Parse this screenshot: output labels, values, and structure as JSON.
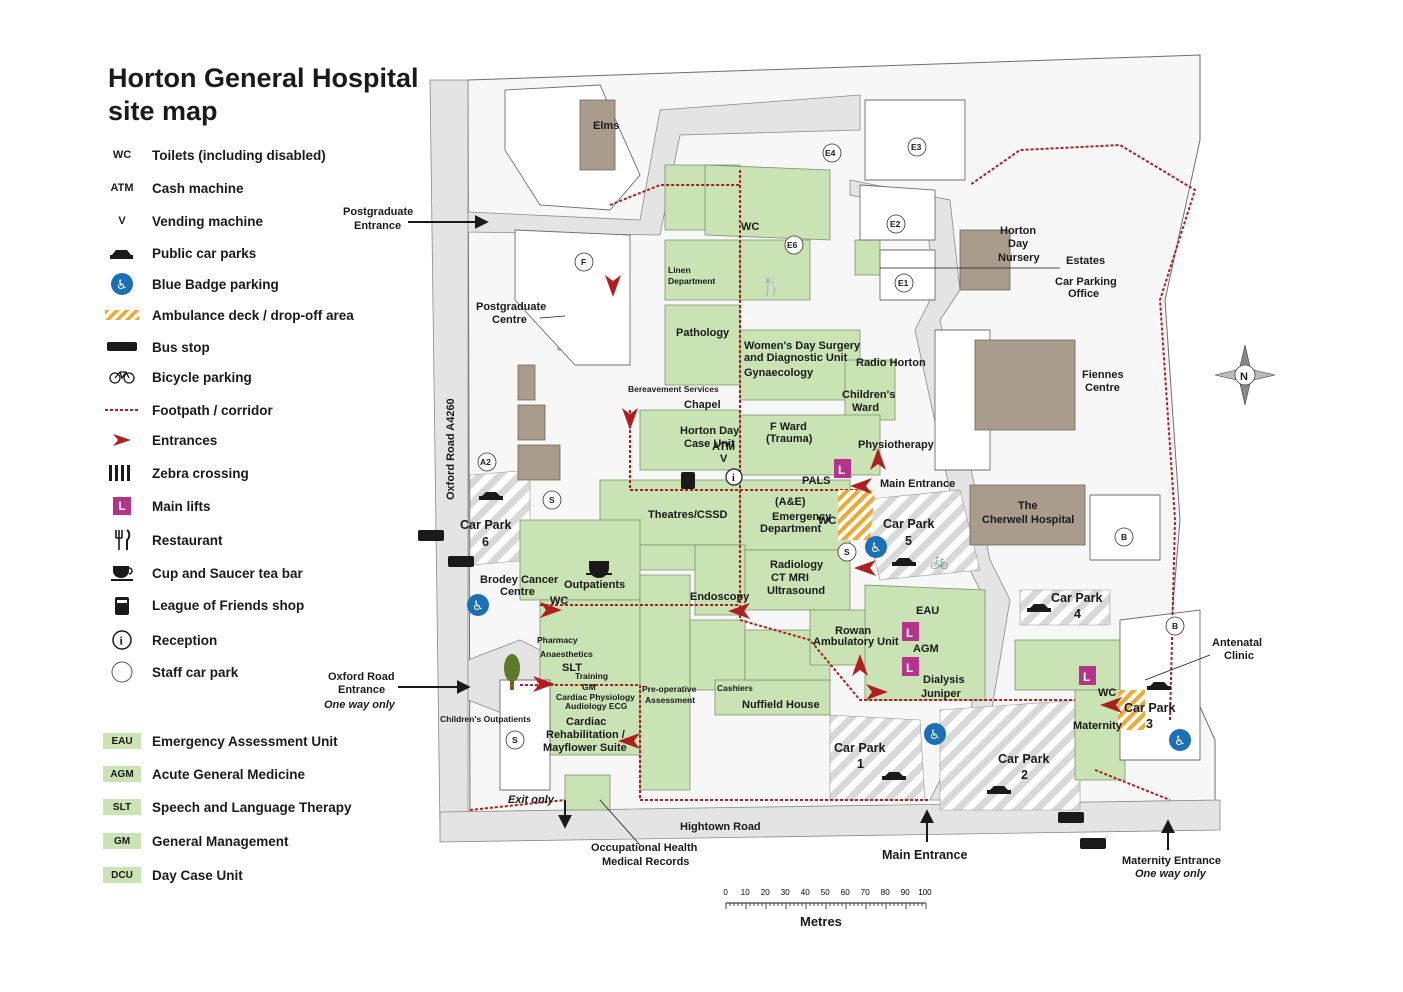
{
  "title": "Horton General Hospital site map",
  "legend": [
    {
      "symbol": "WC",
      "label": "Toilets (including disabled)",
      "icon": "toilet-icon"
    },
    {
      "symbol": "ATM",
      "label": "Cash machine",
      "icon": "atm-icon"
    },
    {
      "symbol": "V",
      "label": "Vending machine",
      "icon": "vending-icon"
    },
    {
      "symbol": "",
      "label": "Public car parks",
      "icon": "car-icon"
    },
    {
      "symbol": "",
      "label": "Blue Badge parking",
      "icon": "wheelchair-icon"
    },
    {
      "symbol": "",
      "label": "Ambulance deck / drop-off area",
      "icon": "ambulance-deck-icon"
    },
    {
      "symbol": "",
      "label": "Bus stop",
      "icon": "bus-icon"
    },
    {
      "symbol": "",
      "label": "Bicycle parking",
      "icon": "bicycle-icon"
    },
    {
      "symbol": "",
      "label": "Footpath / corridor",
      "icon": "footpath-icon"
    },
    {
      "symbol": "",
      "label": "Entrances",
      "icon": "entrance-arrow-icon"
    },
    {
      "symbol": "",
      "label": "Zebra crossing",
      "icon": "zebra-crossing-icon"
    },
    {
      "symbol": "L",
      "label": "Main lifts",
      "icon": "lift-icon"
    },
    {
      "symbol": "",
      "label": "Restaurant",
      "icon": "restaurant-icon"
    },
    {
      "symbol": "",
      "label": "Cup and Saucer tea bar",
      "icon": "cup-icon"
    },
    {
      "symbol": "",
      "label": "League of Friends shop",
      "icon": "shop-icon"
    },
    {
      "symbol": "i",
      "label": "Reception",
      "icon": "info-icon"
    },
    {
      "symbol": "",
      "label": "Staff car park",
      "icon": "staff-car-park-icon"
    }
  ],
  "abbreviations": [
    {
      "abbr": "EAU",
      "label": "Emergency Assessment Unit"
    },
    {
      "abbr": "AGM",
      "label": "Acute General Medicine"
    },
    {
      "abbr": "SLT",
      "label": "Speech and Language Therapy"
    },
    {
      "abbr": "GM",
      "label": "General Management"
    },
    {
      "abbr": "DCU",
      "label": "Day Case Unit"
    }
  ],
  "map": {
    "buildings": {
      "elms": "Elms",
      "linen": [
        "Linen",
        "Department"
      ],
      "pathology": "Pathology",
      "womens": [
        "Women's Day Surgery",
        "and Diagnostic Unit",
        "Gynaecology"
      ],
      "radio_horton": "Radio Horton",
      "childrens_ward": [
        "Children's",
        "Ward"
      ],
      "bereavement": "Bereavement Services",
      "chapel": "Chapel",
      "horton_day": [
        "Horton Day",
        "Case Unit"
      ],
      "atm": "ATM",
      "v": "V",
      "f_ward": [
        "F Ward",
        "(Trauma)"
      ],
      "physiotherapy": "Physiotherapy",
      "pals": "PALS",
      "theatres": "Theatres/CSSD",
      "ae": [
        "(A&E)",
        "Emergency",
        "Department"
      ],
      "radiology": [
        "Radiology",
        "CT    MRI",
        "Ultrasound"
      ],
      "endoscopy": "Endoscopy",
      "outpatients": "Outpatients",
      "brodey": [
        "Brodey Cancer",
        "Centre"
      ],
      "pharmacy": "Pharmacy",
      "anaesthetics": "Anaesthetics",
      "slt": "SLT",
      "training": "Training",
      "gm": "GM",
      "cardiac_phys": "Cardiac Physiology",
      "audiology": "Audiology ECG",
      "cardiac_rehab": [
        "Cardiac",
        "Rehabilitation /",
        "Mayflower Suite"
      ],
      "preop": [
        "Pre-operative",
        "Assessment"
      ],
      "cashiers": "Cashiers",
      "nuffield": "Nuffield House",
      "eau": "EAU",
      "agm": "AGM",
      "rowan": [
        "Rowan",
        "Ambulatory Unit"
      ],
      "dialysis": [
        "Dialysis",
        "Juniper"
      ],
      "maternity": "Maternity",
      "cherwell": [
        "The",
        "Cherwell Hospital"
      ],
      "fiennes": [
        "Fiennes",
        "Centre"
      ],
      "nursery": [
        "Horton",
        "Day",
        "Nursery"
      ],
      "estates": "Estates",
      "car_parking_office": [
        "Car Parking",
        "Office"
      ],
      "antenatal": [
        "Antenatal",
        "Clinic"
      ],
      "postgrad_centre": [
        "Postgraduate",
        "Centre"
      ],
      "childrens_outpatients": "Children's Outpatients",
      "occ_health": [
        "Occupational Health",
        "Medical Records"
      ]
    },
    "staff_parks": [
      "E4",
      "E3",
      "E2",
      "E1",
      "E6",
      "F",
      "A2",
      "S",
      "S",
      "S",
      "B",
      "B"
    ],
    "car_parks": [
      {
        "name": "Car Park",
        "num": "1"
      },
      {
        "name": "Car Park",
        "num": "2"
      },
      {
        "name": "Car Park",
        "num": "3"
      },
      {
        "name": "Car Park",
        "num": "4"
      },
      {
        "name": "Car Park",
        "num": "5"
      },
      {
        "name": "Car Park",
        "num": "6"
      }
    ],
    "roads": {
      "oxford_road": "Oxford Road A4260",
      "hightown_road": "Hightown Road"
    },
    "entrances": {
      "postgrad": [
        "Postgraduate",
        "Entrance"
      ],
      "oxford": [
        "Oxford Road",
        "Entrance"
      ],
      "oxford_note": "One way only",
      "exit_only": "Exit only",
      "main_entrance_top": "Main Entrance",
      "main_entrance_bottom": "Main Entrance",
      "maternity": "Maternity Entrance",
      "maternity_note": "One way only"
    },
    "wc": "WC",
    "lift": "L"
  },
  "scale": {
    "ticks": [
      "0",
      "10",
      "20",
      "30",
      "40",
      "50",
      "60",
      "70",
      "80",
      "90",
      "100"
    ],
    "unit": "Metres"
  },
  "colors": {
    "building": "#c9e3b4",
    "heritage": "#a99c8d",
    "footpath": "#b01e1e",
    "lift": "#b5338a",
    "blue_badge": "#1a6fb5",
    "ambulance": "#f0a830"
  }
}
